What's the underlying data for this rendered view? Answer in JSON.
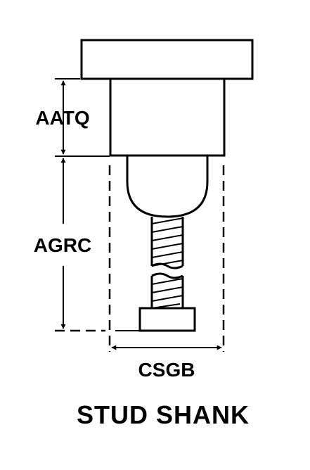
{
  "diagram": {
    "title": "STUD SHANK",
    "dimensions": {
      "head_height": "AATQ",
      "shank_length": "AGRC",
      "shank_width": "CSGB"
    }
  }
}
